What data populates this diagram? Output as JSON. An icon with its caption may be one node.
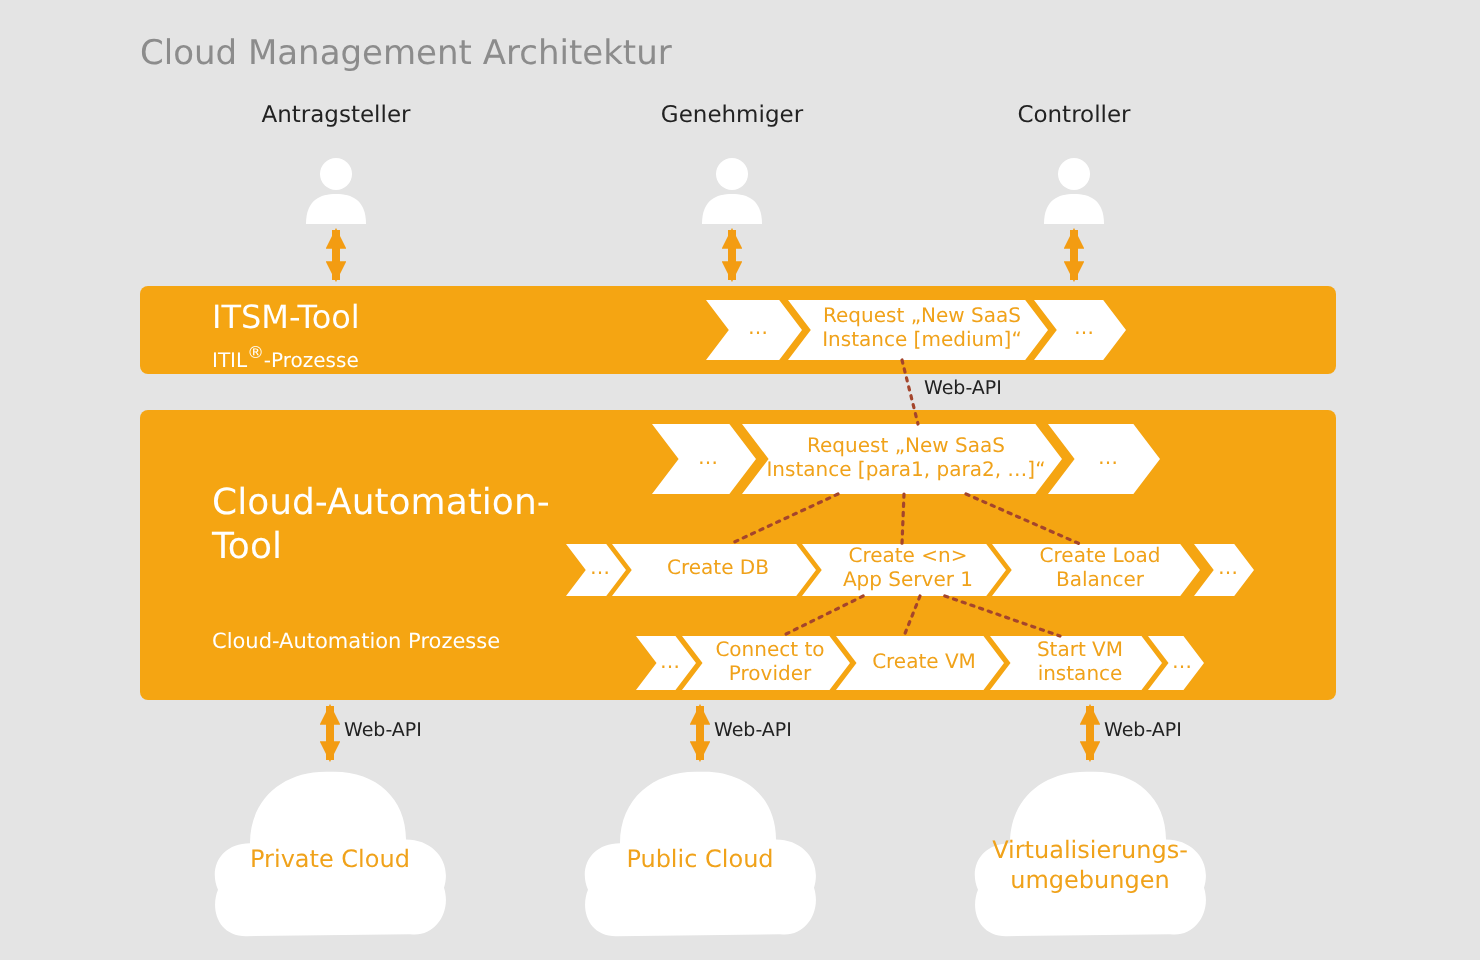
{
  "diagram": {
    "title": "Cloud Management Architektur",
    "nodes": [
      {
        "text": [
          "Antragsteller"
        ]
      },
      {
        "text": [
          "Genehmiger"
        ]
      },
      {
        "text": [
          "Controller"
        ]
      },
      {
        "text": [
          "ITSM-Tool",
          "ITIL$^{®}$-Prozesse"
        ]
      },
      {
        "text": [
          "…"
        ],
        "in": 3
      },
      {
        "text": [
          "Request „New SaaS Instance [medium]“"
        ],
        "in": 3
      },
      {
        "text": [
          "…"
        ],
        "in": 3
      },
      {
        "text": [
          "Cloud-Automation- Tool",
          "Cloud-Automation Prozesse"
        ]
      },
      {
        "text": [
          "…"
        ],
        "in": 7
      },
      {
        "text": [
          "Request „New SaaS Instance [para1, para2, …]“"
        ],
        "in": 7
      },
      {
        "text": [
          "…"
        ],
        "in": 7
      },
      {
        "text": [
          "…"
        ],
        "in": 7
      },
      {
        "text": [
          "Create DB"
        ],
        "in": 7
      },
      {
        "text": [
          "Create <n> App Server 1"
        ],
        "in": 7
      },
      {
        "text": [
          "Create Load Balancer"
        ],
        "in": 7
      },
      {
        "text": [
          "…"
        ],
        "in": 7
      },
      {
        "text": [
          "…"
        ],
        "in": 7
      },
      {
        "text": [
          "Connect to Provider"
        ],
        "in": 7
      },
      {
        "text": [
          "Create VM"
        ],
        "in": 7
      },
      {
        "text": [
          "Start VM instance"
        ],
        "in": 7
      },
      {
        "text": [
          "…"
        ],
        "in": 7
      },
      {
        "text": [
          "Private Cloud"
        ]
      },
      {
        "text": [
          "Public Cloud"
        ]
      },
      {
        "text": [
          "Virtualisierungs- umgebungen"
        ]
      }
    ],
    "edges": [
      {
        "from": 0,
        "to": 3,
        "arrow": "both",
        "style": "thick",
        "color": "#f39c12"
      },
      {
        "from": 1,
        "to": 3,
        "arrow": "both",
        "style": "thick",
        "color": "#f39c12"
      },
      {
        "from": 2,
        "to": 3,
        "arrow": "both",
        "style": "thick",
        "color": "#f39c12"
      },
      {
        "from": 5,
        "to": 9,
        "arrow": "none",
        "style": "dashed",
        "label": "Web-API"
      },
      {
        "from": 9,
        "to": 12,
        "arrow": "none",
        "style": "dashed"
      },
      {
        "from": 9,
        "to": 13,
        "arrow": "none",
        "style": "dashed"
      },
      {
        "from": 9,
        "to": 14,
        "arrow": "none",
        "style": "dashed"
      },
      {
        "from": 13,
        "to": 17,
        "arrow": "none",
        "style": "dashed"
      },
      {
        "from": 13,
        "to": 18,
        "arrow": "none",
        "style": "dashed"
      },
      {
        "from": 13,
        "to": 19,
        "arrow": "none",
        "style": "dashed"
      },
      {
        "from": 7,
        "to": 21,
        "arrow": "both",
        "style": "thick",
        "color": "#f39c12",
        "label": "Web-API"
      },
      {
        "from": 7,
        "to": 22,
        "arrow": "both",
        "style": "thick",
        "color": "#f39c12",
        "label": "Web-API"
      },
      {
        "from": 7,
        "to": 23,
        "arrow": "both",
        "style": "thick",
        "color": "#f39c12",
        "label": "Web-API"
      }
    ]
  }
}
